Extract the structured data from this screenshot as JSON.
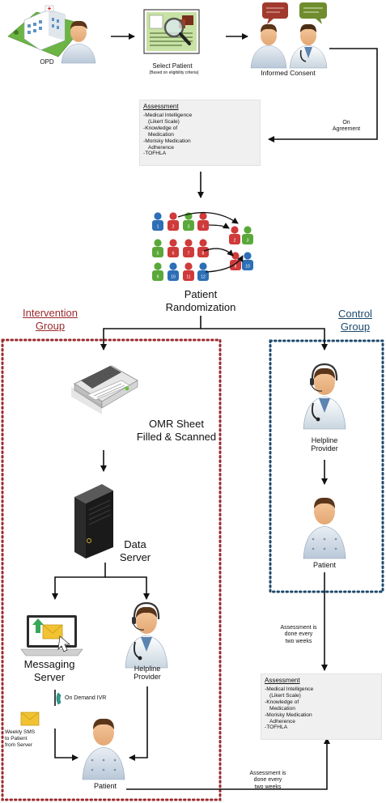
{
  "colors": {
    "intervention": "#9b2a2e",
    "control": "#1d4a6e",
    "arrow": "#111111",
    "box": "#f0f0f0"
  },
  "labels": {
    "opd": "OPD",
    "select_patient": "Select Patient",
    "select_patient_sub": "(Based on eligibility criteria)",
    "informed_consent": "Informed Consent",
    "on_agreement": [
      "On",
      "Agreement"
    ],
    "patient_randomization": [
      "Patient",
      "Randomization"
    ],
    "intervention_group": [
      "Intervention",
      "Group"
    ],
    "control_group": [
      "Control",
      "Group"
    ],
    "omr": [
      "OMR Sheet",
      "Filled & Scanned"
    ],
    "data_server": [
      "Data",
      "Server"
    ],
    "messaging_server": [
      "Messaging",
      "Server"
    ],
    "helpline_provider": [
      "Helpline",
      "Provider"
    ],
    "patient": "Patient",
    "on_demand_ivr": "On Demand IVR",
    "weekly_sms": [
      "Weekly SMS",
      "to Patient",
      "from Server"
    ],
    "assessment_every_two_weeks": [
      "Assessment is",
      "done every",
      "two weeks"
    ]
  },
  "assessment": {
    "title": "Assessment",
    "items": [
      "-Medical Intelligence",
      "(Likert Scale)",
      "-Knowledge of",
      "Medication",
      "-Morisky Medication",
      "Adherence",
      "-TOFHLA"
    ]
  },
  "randomization_rows": [
    {
      "numbers": [
        "1",
        "2",
        "3",
        "4"
      ],
      "colors": [
        "#2d6fb6",
        "#cf3a3a",
        "#5aa83a",
        "#cf3a3a"
      ]
    },
    {
      "numbers": [
        "5",
        "6",
        "7",
        "8"
      ],
      "colors": [
        "#5aa83a",
        "#cf3a3a",
        "#cf3a3a",
        "#cf3a3a"
      ]
    },
    {
      "numbers": [
        "9",
        "10",
        "11",
        "12"
      ],
      "colors": [
        "#5aa83a",
        "#2d6fb6",
        "#cf3a3a",
        "#2d6fb6"
      ]
    }
  ],
  "randomization_outputs": [
    {
      "numbers": [
        "2",
        "3"
      ],
      "colors": [
        "#cf3a3a",
        "#5aa83a"
      ]
    },
    {
      "numbers": [
        "8",
        "10"
      ],
      "colors": [
        "#cf3a3a",
        "#2d6fb6"
      ]
    }
  ]
}
